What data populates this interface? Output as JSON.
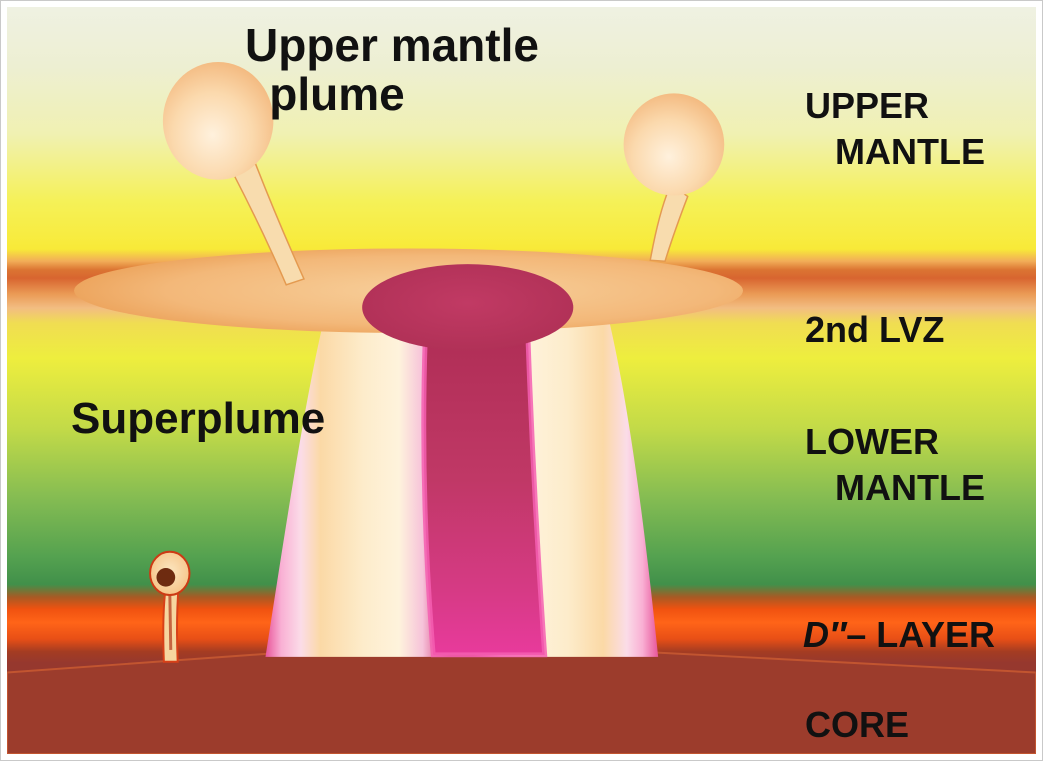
{
  "labels": {
    "upper_mantle_plume": {
      "line1": "Upper mantle",
      "line2": "plume"
    },
    "upper_mantle": {
      "line1": "UPPER",
      "line2": "MANTLE"
    },
    "second_lvz": "2nd LVZ",
    "superplume": "Superplume",
    "lower_mantle": {
      "line1": "LOWER",
      "line2": "MANTLE"
    },
    "d_layer": {
      "prefix": "D″",
      "rest": "– LAYER"
    },
    "core": "CORE"
  },
  "colors": {
    "upper_mantle_bg": "#f0f1b2",
    "transition_band": "#d86530",
    "lower_mantle_green": "#55a250",
    "d_layer_red": "#ff5c14",
    "core_brown": "#8e352c",
    "superplume_head": "#b23358",
    "plume_edge_pink": "#e8559a",
    "pond_orange": "#eca050",
    "text": "#111111"
  }
}
